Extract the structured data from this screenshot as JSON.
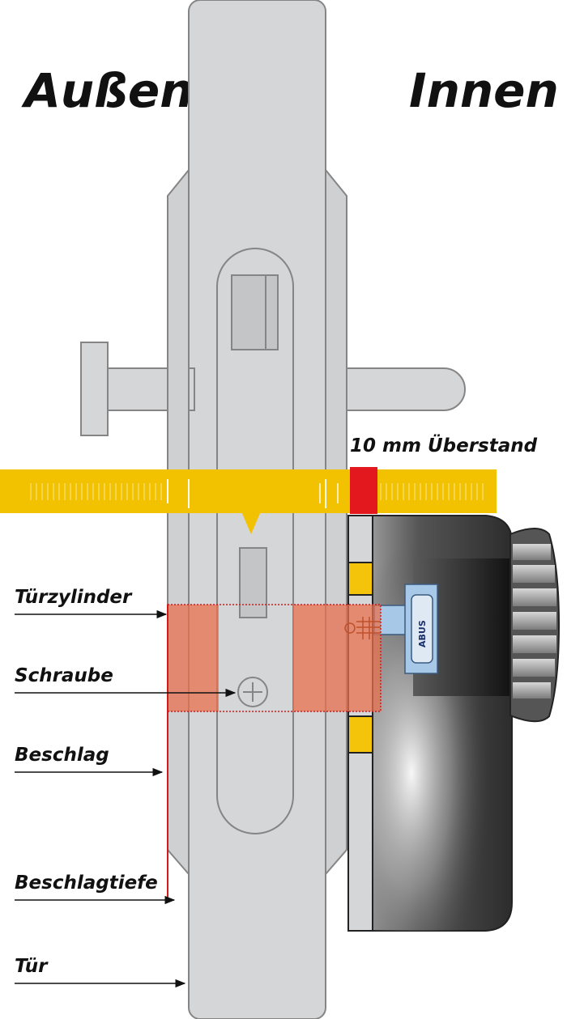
{
  "titles": {
    "outside": "Außen",
    "inside": "Innen"
  },
  "ruler": {
    "overhang_label": "10 mm Überstand",
    "overhang_mm": 10
  },
  "labels": {
    "cylinder": "Türzylinder",
    "screw": "Schraube",
    "fitting": "Beschlag",
    "fitting_depth": "Beschlagtiefe",
    "door": "Tür"
  },
  "brand": "ABUS",
  "colors": {
    "door": "#d5d6d8",
    "outline": "#858585",
    "ruler": "#f2c200",
    "ruler_marker": "#e3171e",
    "cylinder_overlay": "#e8704f",
    "cylinder_overlay_opacity": 0.75,
    "red_line": "#d01b1b",
    "brass": "#f4c40a",
    "key_blue": "#a8c8e8"
  }
}
